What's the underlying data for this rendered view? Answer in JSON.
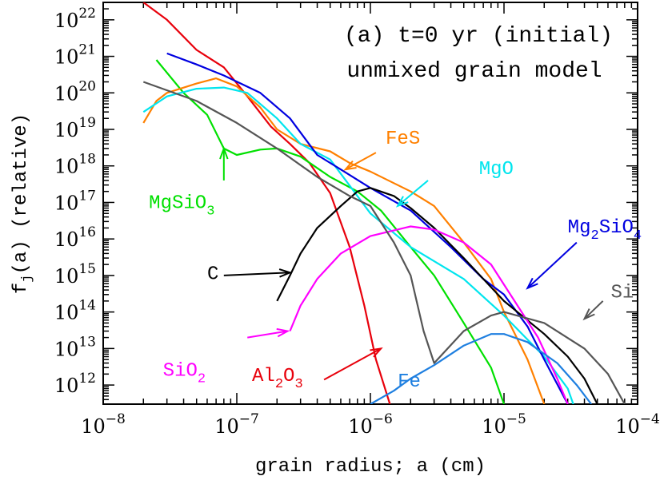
{
  "chart_data": {
    "type": "line",
    "title_line1": "(a) t=0 yr (initial)",
    "title_line2": "unmixed grain model",
    "xlabel": "grain radius; a (cm)",
    "ylabel": {
      "f": "f",
      "sub": "j",
      "rest": "(a)  (relative)"
    },
    "x_scale": "log",
    "y_scale": "log",
    "xlim": [
      1e-08,
      0.0001
    ],
    "ylim": [
      300000000000.0,
      3e+22
    ],
    "x_ticks": [
      {
        "value": 1e-08,
        "base": "10",
        "exp": "−8"
      },
      {
        "value": 1e-07,
        "base": "10",
        "exp": "−7"
      },
      {
        "value": 1e-06,
        "base": "10",
        "exp": "−6"
      },
      {
        "value": 1e-05,
        "base": "10",
        "exp": "−5"
      },
      {
        "value": 0.0001,
        "base": "10",
        "exp": "−4"
      }
    ],
    "y_ticks": [
      {
        "value": 1000000000000.0,
        "base": "10",
        "exp": "12"
      },
      {
        "value": 10000000000000.0,
        "base": "10",
        "exp": "13"
      },
      {
        "value": 100000000000000.0,
        "base": "10",
        "exp": "14"
      },
      {
        "value": 1000000000000000.0,
        "base": "10",
        "exp": "15"
      },
      {
        "value": 1e+16,
        "base": "10",
        "exp": "16"
      },
      {
        "value": 1e+17,
        "base": "10",
        "exp": "17"
      },
      {
        "value": 1e+18,
        "base": "10",
        "exp": "18"
      },
      {
        "value": 1e+19,
        "base": "10",
        "exp": "19"
      },
      {
        "value": 1e+20,
        "base": "10",
        "exp": "20"
      },
      {
        "value": 1e+21,
        "base": "10",
        "exp": "21"
      },
      {
        "value": 1e+22,
        "base": "10",
        "exp": "22"
      }
    ],
    "series": [
      {
        "name": "Al2O3",
        "color": "#e8000b",
        "points": [
          [
            2e-08,
            3e+22
          ],
          [
            3e-08,
            1e+22
          ],
          [
            5e-08,
            1.5e+21
          ],
          [
            8e-08,
            5e+20
          ],
          [
            1.2e-07,
            8e+19
          ],
          [
            1.8e-07,
            1.2e+19
          ],
          [
            2.5e-07,
            4e+18
          ],
          [
            3.5e-07,
            1.2e+18
          ],
          [
            5e-07,
            1.8e+17
          ],
          [
            7e-07,
            6000000000000000.0
          ],
          [
            9e-07,
            150000000000000.0
          ],
          [
            1.1e-06,
            5000000000000.0
          ],
          [
            1.4e-06,
            300000000000.0
          ]
        ]
      },
      {
        "name": "MgSiO3",
        "color": "#00e000",
        "points": [
          [
            2.5e-08,
            8e+20
          ],
          [
            4e-08,
            1e+20
          ],
          [
            6e-08,
            2.5e+19
          ],
          [
            8e-08,
            3e+18
          ],
          [
            1e-07,
            2e+18
          ],
          [
            1.5e-07,
            2.8e+18
          ],
          [
            2e-07,
            3e+18
          ],
          [
            3e-07,
            1.8e+18
          ],
          [
            5e-07,
            5e+17
          ],
          [
            8e-07,
            2e+17
          ],
          [
            1.2e-06,
            6e+16
          ],
          [
            2e-06,
            6000000000000000.0
          ],
          [
            3e-06,
            1000000000000000.0
          ],
          [
            5e-06,
            50000000000000.0
          ],
          [
            8e-06,
            3000000000000.0
          ],
          [
            1e-05,
            300000000000.0
          ]
        ]
      },
      {
        "name": "FeS",
        "color": "#ff8000",
        "points": [
          [
            2e-08,
            1.5e+19
          ],
          [
            2.5e-08,
            6e+19
          ],
          [
            3e-08,
            1e+20
          ],
          [
            5e-08,
            1.8e+20
          ],
          [
            7e-08,
            2.5e+20
          ],
          [
            1e-07,
            1.5e+20
          ],
          [
            1.5e-07,
            4e+19
          ],
          [
            2e-07,
            1e+19
          ],
          [
            3e-07,
            4e+18
          ],
          [
            5e-07,
            2.5e+18
          ],
          [
            7e-07,
            1.2e+18
          ],
          [
            1e-06,
            7e+17
          ],
          [
            2e-06,
            2e+17
          ],
          [
            3e-06,
            8e+16
          ],
          [
            5e-06,
            8000000000000000.0
          ],
          [
            8e-06,
            800000000000000.0
          ],
          [
            1e-05,
            100000000000000.0
          ],
          [
            1.5e-05,
            5000000000000.0
          ],
          [
            2e-05,
            300000000000.0
          ]
        ]
      },
      {
        "name": "MgO",
        "color": "#00e5ee",
        "points": [
          [
            2e-08,
            3e+19
          ],
          [
            3e-08,
            8e+19
          ],
          [
            5e-08,
            1.3e+20
          ],
          [
            8e-08,
            1.4e+20
          ],
          [
            1.2e-07,
            1e+20
          ],
          [
            2e-07,
            2e+19
          ],
          [
            3e-07,
            4e+18
          ],
          [
            5e-07,
            1.5e+18
          ],
          [
            1e-06,
            5e+16
          ],
          [
            2e-06,
            6000000000000000.0
          ],
          [
            5e-06,
            800000000000000.0
          ],
          [
            1e-05,
            80000000000000.0
          ],
          [
            2e-05,
            6000000000000.0
          ],
          [
            3e-05,
            800000000000.0
          ],
          [
            3.3e-05,
            300000000000.0
          ]
        ]
      },
      {
        "name": "Mg2SiO4",
        "color": "#0000e0",
        "points": [
          [
            3e-08,
            1.2e+21
          ],
          [
            5e-08,
            6e+20
          ],
          [
            8e-08,
            3e+20
          ],
          [
            1.5e-07,
            1e+20
          ],
          [
            2.5e-07,
            2e+19
          ],
          [
            4e-07,
            2e+18
          ],
          [
            6e-07,
            8e+17
          ],
          [
            1e-06,
            2.5e+17
          ],
          [
            2e-06,
            6e+16
          ],
          [
            4e-06,
            6000000000000000.0
          ],
          [
            7e-06,
            800000000000000.0
          ],
          [
            1e-05,
            300000000000000.0
          ],
          [
            1.5e-05,
            40000000000000.0
          ],
          [
            2e-05,
            5000000000000.0
          ],
          [
            3e-05,
            300000000000.0
          ]
        ]
      },
      {
        "name": "C",
        "color": "#000000",
        "points": [
          [
            2e-07,
            200000000000000.0
          ],
          [
            2.5e-07,
            1000000000000000.0
          ],
          [
            3e-07,
            4000000000000000.0
          ],
          [
            4e-07,
            2e+16
          ],
          [
            6e-07,
            8e+16
          ],
          [
            8e-07,
            2e+17
          ],
          [
            1e-06,
            2.5e+17
          ],
          [
            1.5e-06,
            1.5e+17
          ],
          [
            2e-06,
            7e+16
          ],
          [
            3e-06,
            2e+16
          ],
          [
            5e-06,
            3000000000000000.0
          ],
          [
            1e-05,
            200000000000000.0
          ],
          [
            2e-05,
            25000000000000.0
          ],
          [
            3e-05,
            6000000000000.0
          ],
          [
            4e-05,
            1500000000000.0
          ],
          [
            5e-05,
            300000000000.0
          ]
        ]
      },
      {
        "name": "SiO2",
        "color": "#ff00ff",
        "points": [
          [
            2.5e-07,
            30000000000000.0
          ],
          [
            3e-07,
            150000000000000.0
          ],
          [
            4e-07,
            800000000000000.0
          ],
          [
            6e-07,
            4000000000000000.0
          ],
          [
            1e-06,
            1.2e+16
          ],
          [
            2e-06,
            2.2e+16
          ],
          [
            3e-06,
            1.8e+16
          ],
          [
            5e-06,
            8000000000000000.0
          ],
          [
            8e-06,
            2000000000000000.0
          ],
          [
            1.2e-05,
            200000000000000.0
          ],
          [
            1.8e-05,
            20000000000000.0
          ],
          [
            2.5e-05,
            1500000000000.0
          ],
          [
            3e-05,
            300000000000.0
          ]
        ]
      },
      {
        "name": "Si",
        "color": "#555555",
        "points": [
          [
            2e-08,
            2e+20
          ],
          [
            5e-08,
            6e+19
          ],
          [
            1e-07,
            1.5e+19
          ],
          [
            2e-07,
            3e+18
          ],
          [
            4e-07,
            5e+17
          ],
          [
            7e-07,
            1.5e+17
          ],
          [
            1e-06,
            8e+16
          ],
          [
            1.5e-06,
            8000000000000000.0
          ],
          [
            2e-06,
            1000000000000000.0
          ],
          [
            2.5e-06,
            30000000000000.0
          ],
          [
            3e-06,
            4000000000000.0
          ],
          [
            5e-06,
            30000000000000.0
          ],
          [
            8e-06,
            80000000000000.0
          ],
          [
            1e-05,
            100000000000000.0
          ],
          [
            2e-05,
            50000000000000.0
          ],
          [
            4e-05,
            10000000000000.0
          ],
          [
            6e-05,
            2000000000000.0
          ],
          [
            8e-05,
            300000000000.0
          ]
        ]
      },
      {
        "name": "Fe",
        "color": "#1e7fe0",
        "points": [
          [
            1e-06,
            300000000000.0
          ],
          [
            1.5e-06,
            700000000000.0
          ],
          [
            2e-06,
            1500000000000.0
          ],
          [
            3e-06,
            3500000000000.0
          ],
          [
            5e-06,
            12000000000000.0
          ],
          [
            8e-06,
            25000000000000.0
          ],
          [
            1e-05,
            25000000000000.0
          ],
          [
            1.5e-05,
            15000000000000.0
          ],
          [
            2.5e-05,
            4000000000000.0
          ],
          [
            3.5e-05,
            1000000000000.0
          ],
          [
            4.5e-05,
            300000000000.0
          ]
        ]
      }
    ],
    "annotations": [
      {
        "key": "FeS",
        "parts": [
          {
            "t": "FeS"
          }
        ],
        "color": "#ff8000",
        "text_at": [
          1.3e-06,
          4e+18
        ],
        "arrow_from": [
          1.1e-06,
          2.3e+18
        ],
        "arrow_to": [
          6.5e-07,
          8e+17
        ]
      },
      {
        "key": "MgO",
        "parts": [
          {
            "t": "MgO"
          }
        ],
        "color": "#00e5ee",
        "text_at": [
          6.5e-06,
          6e+17
        ],
        "arrow_from": [
          2.7e-06,
          4e+17
        ],
        "arrow_to": [
          1.6e-06,
          8e+16
        ]
      },
      {
        "key": "MgSiO3",
        "parts": [
          {
            "t": "MgSiO"
          },
          {
            "t": "3",
            "sub": true
          }
        ],
        "color": "#00e000",
        "text_at": [
          2.2e-08,
          7e+16
        ],
        "arrow_from": [
          8e-08,
          4e+17
        ],
        "arrow_to": [
          8e-08,
          3e+18
        ]
      },
      {
        "key": "Mg2SiO4",
        "parts": [
          {
            "t": "Mg"
          },
          {
            "t": "2",
            "sub": true
          },
          {
            "t": "SiO"
          },
          {
            "t": "4",
            "sub": true
          }
        ],
        "color": "#0000e0",
        "text_at": [
          3e-05,
          1.5e+16
        ],
        "arrow_from": [
          3.5e-05,
          8000000000000000.0
        ],
        "arrow_to": [
          1.5e-05,
          450000000000000.0
        ]
      },
      {
        "key": "C",
        "parts": [
          {
            "t": "C"
          }
        ],
        "color": "#000000",
        "text_at": [
          6e-08,
          800000000000000.0
        ],
        "arrow_from": [
          8e-08,
          1000000000000000.0
        ],
        "arrow_to": [
          2.5e-07,
          1200000000000000.0
        ]
      },
      {
        "key": "Si",
        "parts": [
          {
            "t": "Si"
          }
        ],
        "color": "#555555",
        "text_at": [
          6.3e-05,
          250000000000000.0
        ],
        "arrow_from": [
          5.5e-05,
          200000000000000.0
        ],
        "arrow_to": [
          4e-05,
          65000000000000.0
        ]
      },
      {
        "key": "SiO2",
        "parts": [
          {
            "t": "SiO"
          },
          {
            "t": "2",
            "sub": true
          }
        ],
        "color": "#ff00ff",
        "text_at": [
          2.8e-08,
          1800000000000.0
        ],
        "arrow_from": [
          1.2e-07,
          20000000000000.0
        ],
        "arrow_to": [
          2.4e-07,
          30000000000000.0
        ]
      },
      {
        "key": "Al2O3",
        "parts": [
          {
            "t": "Al"
          },
          {
            "t": "2",
            "sub": true
          },
          {
            "t": "O"
          },
          {
            "t": "3",
            "sub": true
          }
        ],
        "color": "#e8000b",
        "text_at": [
          1.3e-07,
          1300000000000.0
        ],
        "arrow_from": [
          4.5e-07,
          1400000000000.0
        ],
        "arrow_to": [
          1.2e-06,
          10000000000000.0
        ]
      },
      {
        "key": "Fe",
        "parts": [
          {
            "t": "Fe"
          }
        ],
        "color": "#1e7fe0",
        "text_at": [
          1.6e-06,
          900000000000.0
        ],
        "arrow_from": null,
        "arrow_to": null
      }
    ]
  }
}
